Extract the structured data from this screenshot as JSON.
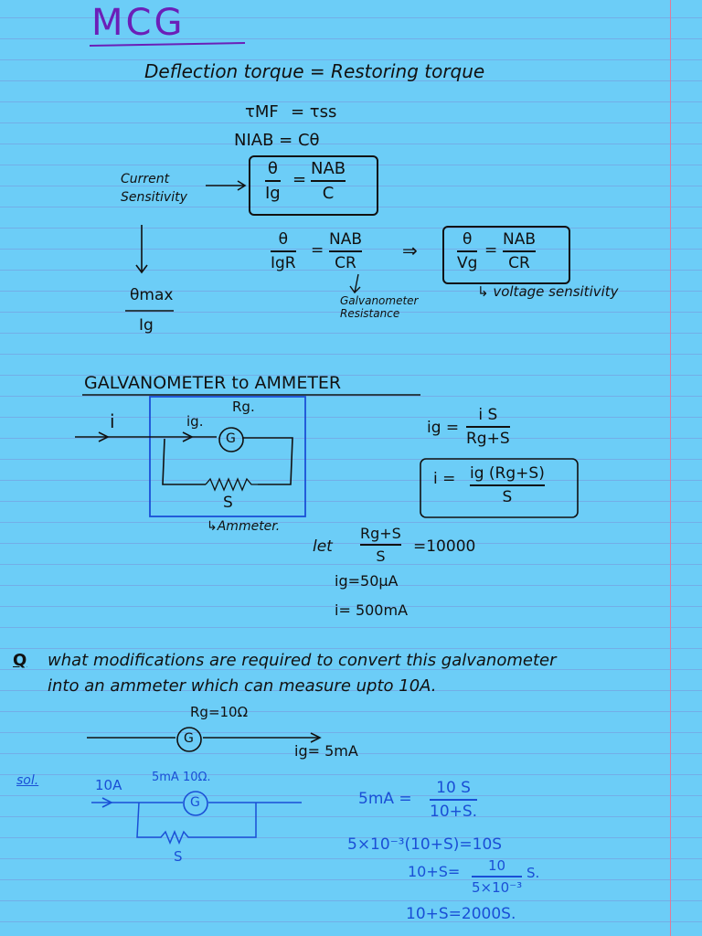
{
  "title": "MCG",
  "line1": "Deflection torque = Restoring torque",
  "eq_tau_left": "τMF",
  "eq_tau_right": "= τss",
  "eq_niab": "NIAB = Cθ",
  "current_sensitivity": "Current Sensitivity",
  "cs_num": "θ",
  "cs_den": "Ig",
  "cs_rhs_num": "NAB",
  "cs_rhs_den": "C",
  "vs_left_num": "θ",
  "vs_left_den": "IgR",
  "vs_mid_num": "NAB",
  "vs_mid_den": "CR",
  "implies": "⇒",
  "vs_box_num": "θ",
  "vs_box_den": "Vg",
  "vs_box_rhs_num": "NAB",
  "vs_box_rhs_den": "CR",
  "galv_resistance": "Galvanometer Resistance",
  "voltage_sensitivity": "↳ voltage sensitivity",
  "omax_num": "θmax",
  "omax_den": "Ig",
  "section_heading": "GALVANOMETER to AMMETER",
  "circ_i": "i",
  "circ_ig": "ig.",
  "circ_rg": "Rg.",
  "circ_g": "G",
  "circ_s": "S",
  "ammeter_label": "↳Ammeter.",
  "ig_lhs": "ig =",
  "ig_num": "i S",
  "ig_den": "Rg+S",
  "i_lhs": "i =",
  "i_num": "ig (Rg+S)",
  "i_den": "S",
  "let": "let",
  "let_num": "Rg+S",
  "let_den": "S",
  "let_rhs": "=10000",
  "ig_val": "ig=50μA",
  "i_val": "i= 500mA",
  "q_marker": "Q",
  "question_l1": "what modifications are required to convert this galvanometer",
  "question_l2": "into an ammeter which can measure upto 10A.",
  "q_rg": "Rg=10Ω",
  "q_g": "G",
  "q_ig": "ig= 5mA",
  "sol_marker": "sol.",
  "sol_10a": "10A",
  "sol_5ma": "5mA 10Ω.",
  "sol_g": "G",
  "sol_s": "S",
  "sol_eq1_lhs": "5mA =",
  "sol_eq1_num": "10 S",
  "sol_eq1_den": "10+S.",
  "sol_eq2": "5×10⁻³(10+S)=10S",
  "sol_eq3_lhs": "10+S=",
  "sol_eq3_num": "10",
  "sol_eq3_den": "5×10⁻³",
  "sol_eq3_rhs": "S.",
  "sol_eq4": "10+S=2000S.",
  "colors": {
    "background": "#6ccdf7",
    "ink": "#111111",
    "blue_ink": "#1a4fd6",
    "purple_ink": "#6b1fb8",
    "rule_line": "#7896dc",
    "margin": "#e07a9a"
  }
}
